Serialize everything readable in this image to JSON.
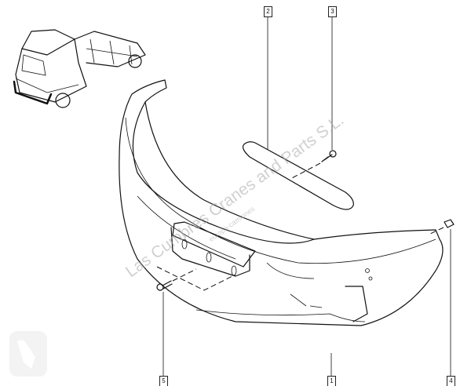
{
  "callouts": [
    {
      "number": "1",
      "part": "bumper"
    },
    {
      "number": "2",
      "part": "grille"
    },
    {
      "number": "3",
      "part": "grille-screw"
    },
    {
      "number": "4",
      "part": "clip-nut"
    },
    {
      "number": "5",
      "part": "bumper-screw"
    }
  ],
  "watermark": {
    "main": "Las Cumbres Cranes and Parts S.L.",
    "sub": "europa-camiones"
  },
  "colors": {
    "line": "#111111",
    "watermark": "#aaaaaa"
  }
}
